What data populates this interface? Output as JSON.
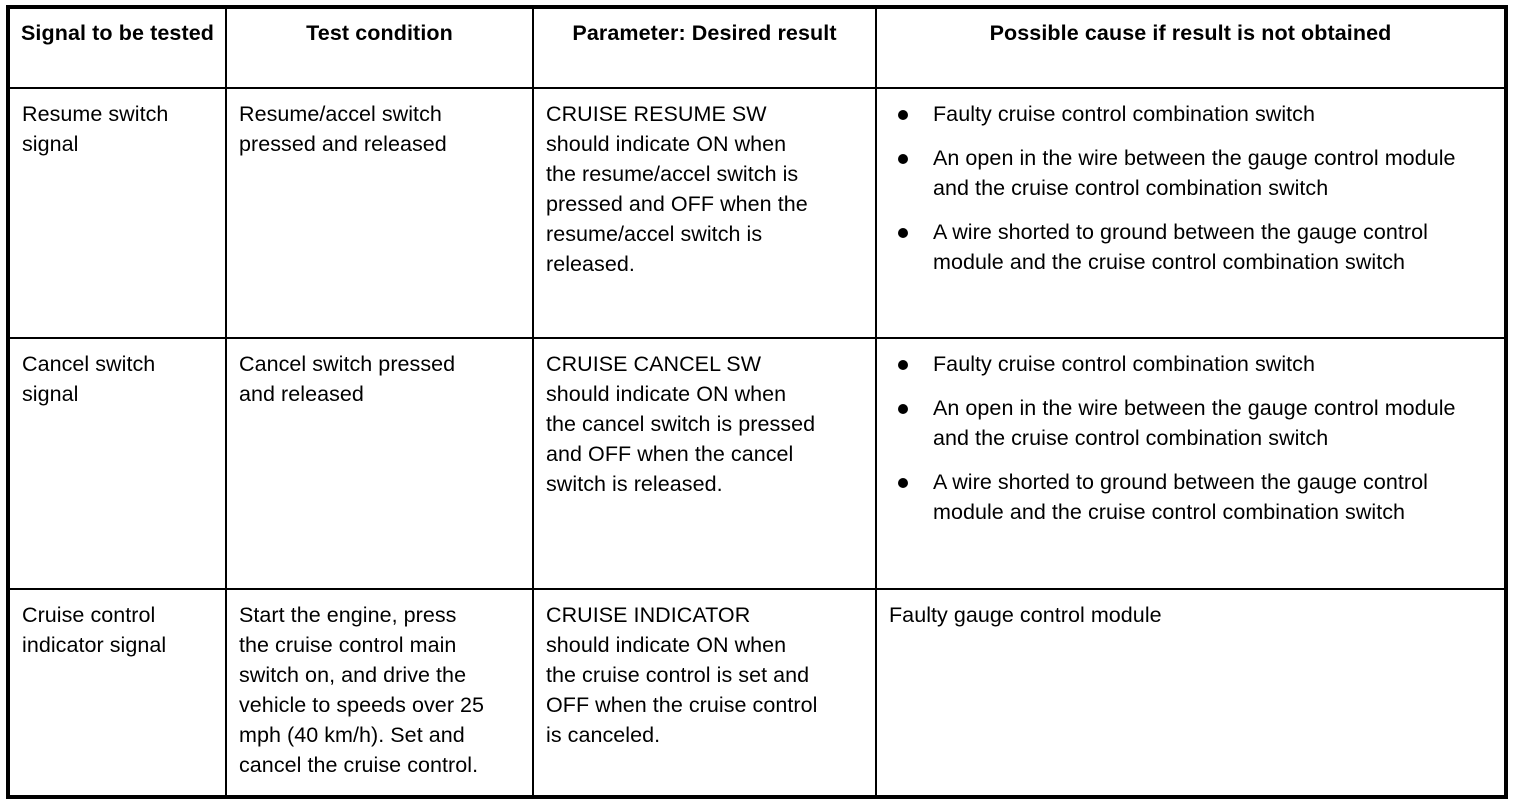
{
  "document": {
    "type": "diagnostic-table",
    "columns": [
      "Signal to be\ntested",
      "Test condition",
      "Parameter: Desired result",
      "Possible cause if result is not obtained"
    ],
    "rows": [
      {
        "signal": "Resume switch\nsignal",
        "test_condition": "Resume/accel switch\npressed and released",
        "parameter": "CRUISE RESUME SW\nshould indicate ON when\nthe resume/accel switch is\npressed and OFF when the\nresume/accel switch is\nreleased.",
        "causes": [
          "Faulty cruise control combination switch",
          "An open in the wire between the gauge control module and the cruise control combination switch",
          "A wire shorted to ground between the gauge control module and the cruise control combination switch"
        ]
      },
      {
        "signal": "Cancel switch\nsignal",
        "test_condition": "Cancel switch pressed\nand released",
        "parameter": "CRUISE CANCEL SW\nshould indicate ON when\nthe cancel switch is pressed\nand OFF when the cancel\nswitch is released.",
        "causes": [
          "Faulty cruise control combination switch",
          "An open in the wire between the gauge control module and the cruise control combination switch",
          "A wire shorted to ground between the gauge control module and the cruise control combination switch"
        ]
      },
      {
        "signal": "Cruise control\nindicator signal",
        "test_condition": "Start the engine, press\nthe cruise control main\nswitch on, and drive the\nvehicle to speeds over 25\nmph (40 km/h). Set and\ncancel the cruise control.",
        "parameter": "CRUISE INDICATOR\nshould indicate ON when\nthe cruise control is set and\nOFF when the cruise control\nis canceled.",
        "causes_plain": "Faulty gauge control module"
      }
    ],
    "colors": {
      "text": "#000000",
      "background": "#ffffff",
      "border": "#000000"
    },
    "icons": {
      "bullet": "bullet-dot-icon"
    }
  }
}
